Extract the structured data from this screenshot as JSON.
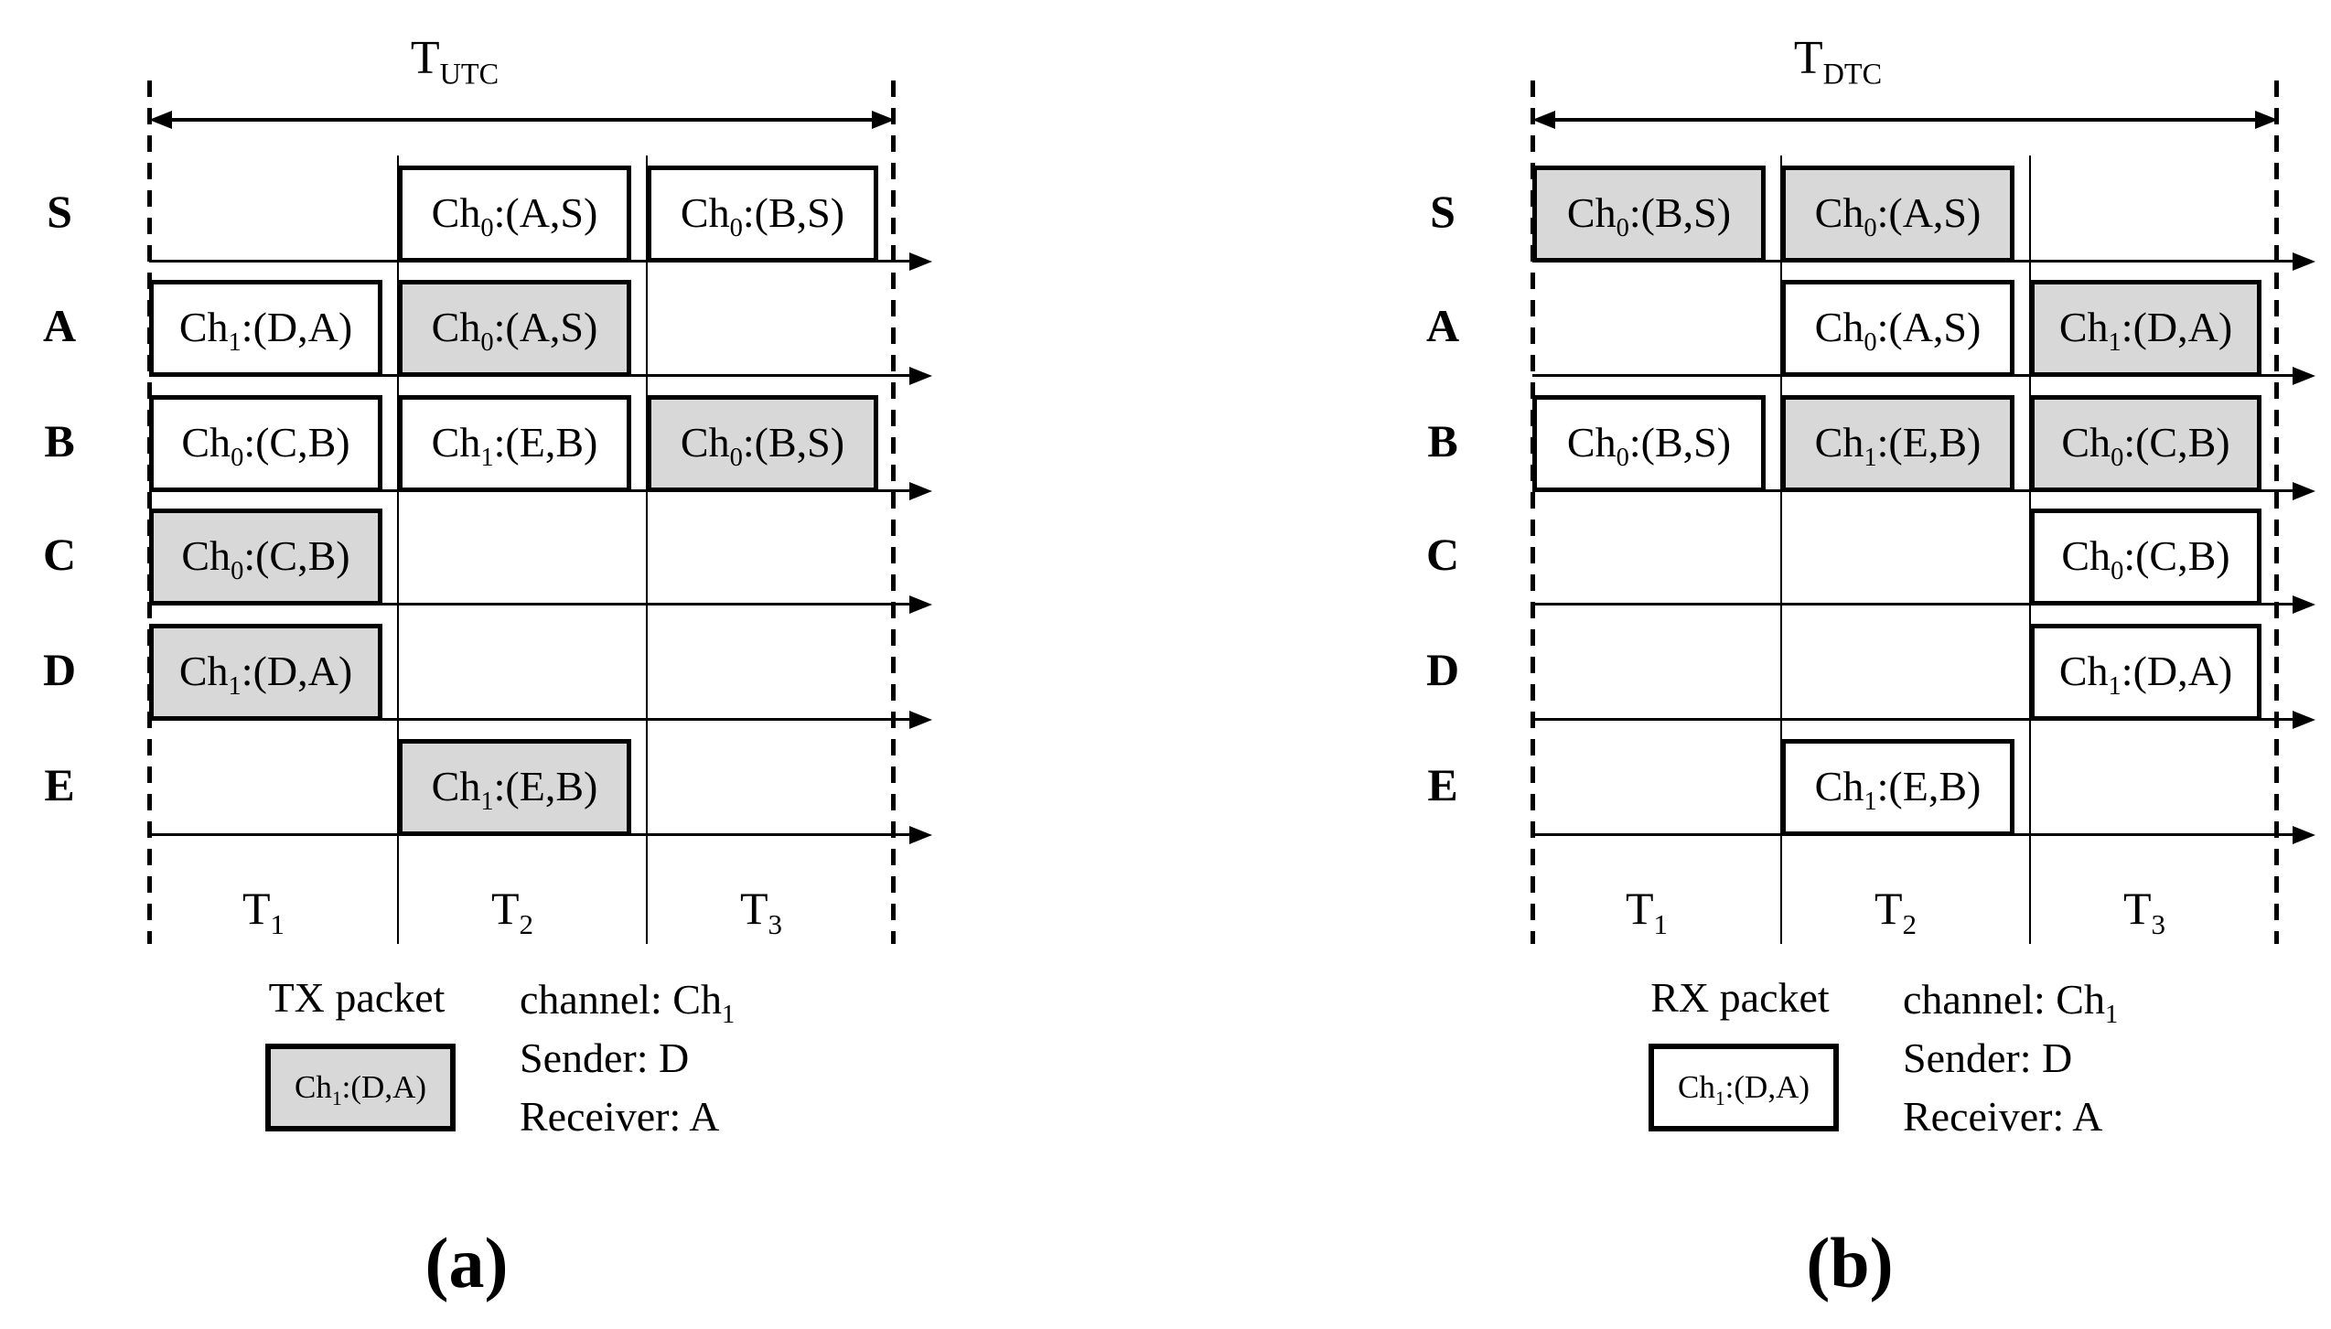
{
  "figure": {
    "panels": [
      {
        "caption": "(a)",
        "cycle_label": [
          "T",
          "UTC"
        ],
        "rows": [
          {
            "label": "S",
            "packets": [
              null,
              {
                "text_parts": [
                  "Ch",
                  "0",
                  ":(A,S)"
                ],
                "filled": false
              },
              {
                "text_parts": [
                  "Ch",
                  "0",
                  ":(B,S)"
                ],
                "filled": false
              }
            ]
          },
          {
            "label": "A",
            "packets": [
              {
                "text_parts": [
                  "Ch",
                  "1",
                  ":(D,A)"
                ],
                "filled": false
              },
              {
                "text_parts": [
                  "Ch",
                  "0",
                  ":(A,S)"
                ],
                "filled": true
              },
              null
            ]
          },
          {
            "label": "B",
            "packets": [
              {
                "text_parts": [
                  "Ch",
                  "0",
                  ":(C,B)"
                ],
                "filled": false
              },
              {
                "text_parts": [
                  "Ch",
                  "1",
                  ":(E,B)"
                ],
                "filled": false
              },
              {
                "text_parts": [
                  "Ch",
                  "0",
                  ":(B,S)"
                ],
                "filled": true
              }
            ]
          },
          {
            "label": "C",
            "packets": [
              {
                "text_parts": [
                  "Ch",
                  "0",
                  ":(C,B)"
                ],
                "filled": true
              },
              null,
              null
            ]
          },
          {
            "label": "D",
            "packets": [
              {
                "text_parts": [
                  "Ch",
                  "1",
                  ":(D,A)"
                ],
                "filled": true
              },
              null,
              null
            ]
          },
          {
            "label": "E",
            "packets": [
              null,
              {
                "text_parts": [
                  "Ch",
                  "1",
                  ":(E,B)"
                ],
                "filled": true
              },
              null
            ]
          }
        ],
        "slot_labels": [
          [
            "T",
            "1"
          ],
          [
            "T",
            "2"
          ],
          [
            "T",
            "3"
          ]
        ],
        "legend": {
          "sample_title": "TX packet",
          "sample_label": [
            "Ch",
            "1",
            ":(D,A)"
          ],
          "sample_filled": true,
          "info_lines": [
            [
              "channel: Ch",
              "1"
            ],
            [
              "Sender: D"
            ],
            [
              "Receiver: A"
            ]
          ]
        }
      },
      {
        "caption": "(b)",
        "cycle_label": [
          "T",
          "DTC"
        ],
        "rows": [
          {
            "label": "S",
            "packets": [
              {
                "text_parts": [
                  "Ch",
                  "0",
                  ":(B,S)"
                ],
                "filled": true
              },
              {
                "text_parts": [
                  "Ch",
                  "0",
                  ":(A,S)"
                ],
                "filled": true
              },
              null
            ]
          },
          {
            "label": "A",
            "packets": [
              null,
              {
                "text_parts": [
                  "Ch",
                  "0",
                  ":(A,S)"
                ],
                "filled": false
              },
              {
                "text_parts": [
                  "Ch",
                  "1",
                  ":(D,A)"
                ],
                "filled": true
              }
            ]
          },
          {
            "label": "B",
            "packets": [
              {
                "text_parts": [
                  "Ch",
                  "0",
                  ":(B,S)"
                ],
                "filled": false
              },
              {
                "text_parts": [
                  "Ch",
                  "1",
                  ":(E,B)"
                ],
                "filled": true
              },
              {
                "text_parts": [
                  "Ch",
                  "0",
                  ":(C,B)"
                ],
                "filled": true
              }
            ]
          },
          {
            "label": "C",
            "packets": [
              null,
              null,
              {
                "text_parts": [
                  "Ch",
                  "0",
                  ":(C,B)"
                ],
                "filled": false
              }
            ]
          },
          {
            "label": "D",
            "packets": [
              null,
              null,
              {
                "text_parts": [
                  "Ch",
                  "1",
                  ":(D,A)"
                ],
                "filled": false
              }
            ]
          },
          {
            "label": "E",
            "packets": [
              null,
              {
                "text_parts": [
                  "Ch",
                  "1",
                  ":(E,B)"
                ],
                "filled": false
              },
              null
            ]
          }
        ],
        "slot_labels": [
          [
            "T",
            "1"
          ],
          [
            "T",
            "2"
          ],
          [
            "T",
            "3"
          ]
        ],
        "legend": {
          "sample_title": "RX packet",
          "sample_label": [
            "Ch",
            "1",
            ":(D,A)"
          ],
          "sample_filled": false,
          "info_lines": [
            [
              "channel: Ch",
              "1"
            ],
            [
              "Sender: D"
            ],
            [
              "Receiver: A"
            ]
          ]
        }
      }
    ]
  },
  "colors": {
    "packet_fill": "#d8d8d8",
    "packet_empty": "#ffffff",
    "line_color": "#000000",
    "background": "#ffffff"
  }
}
